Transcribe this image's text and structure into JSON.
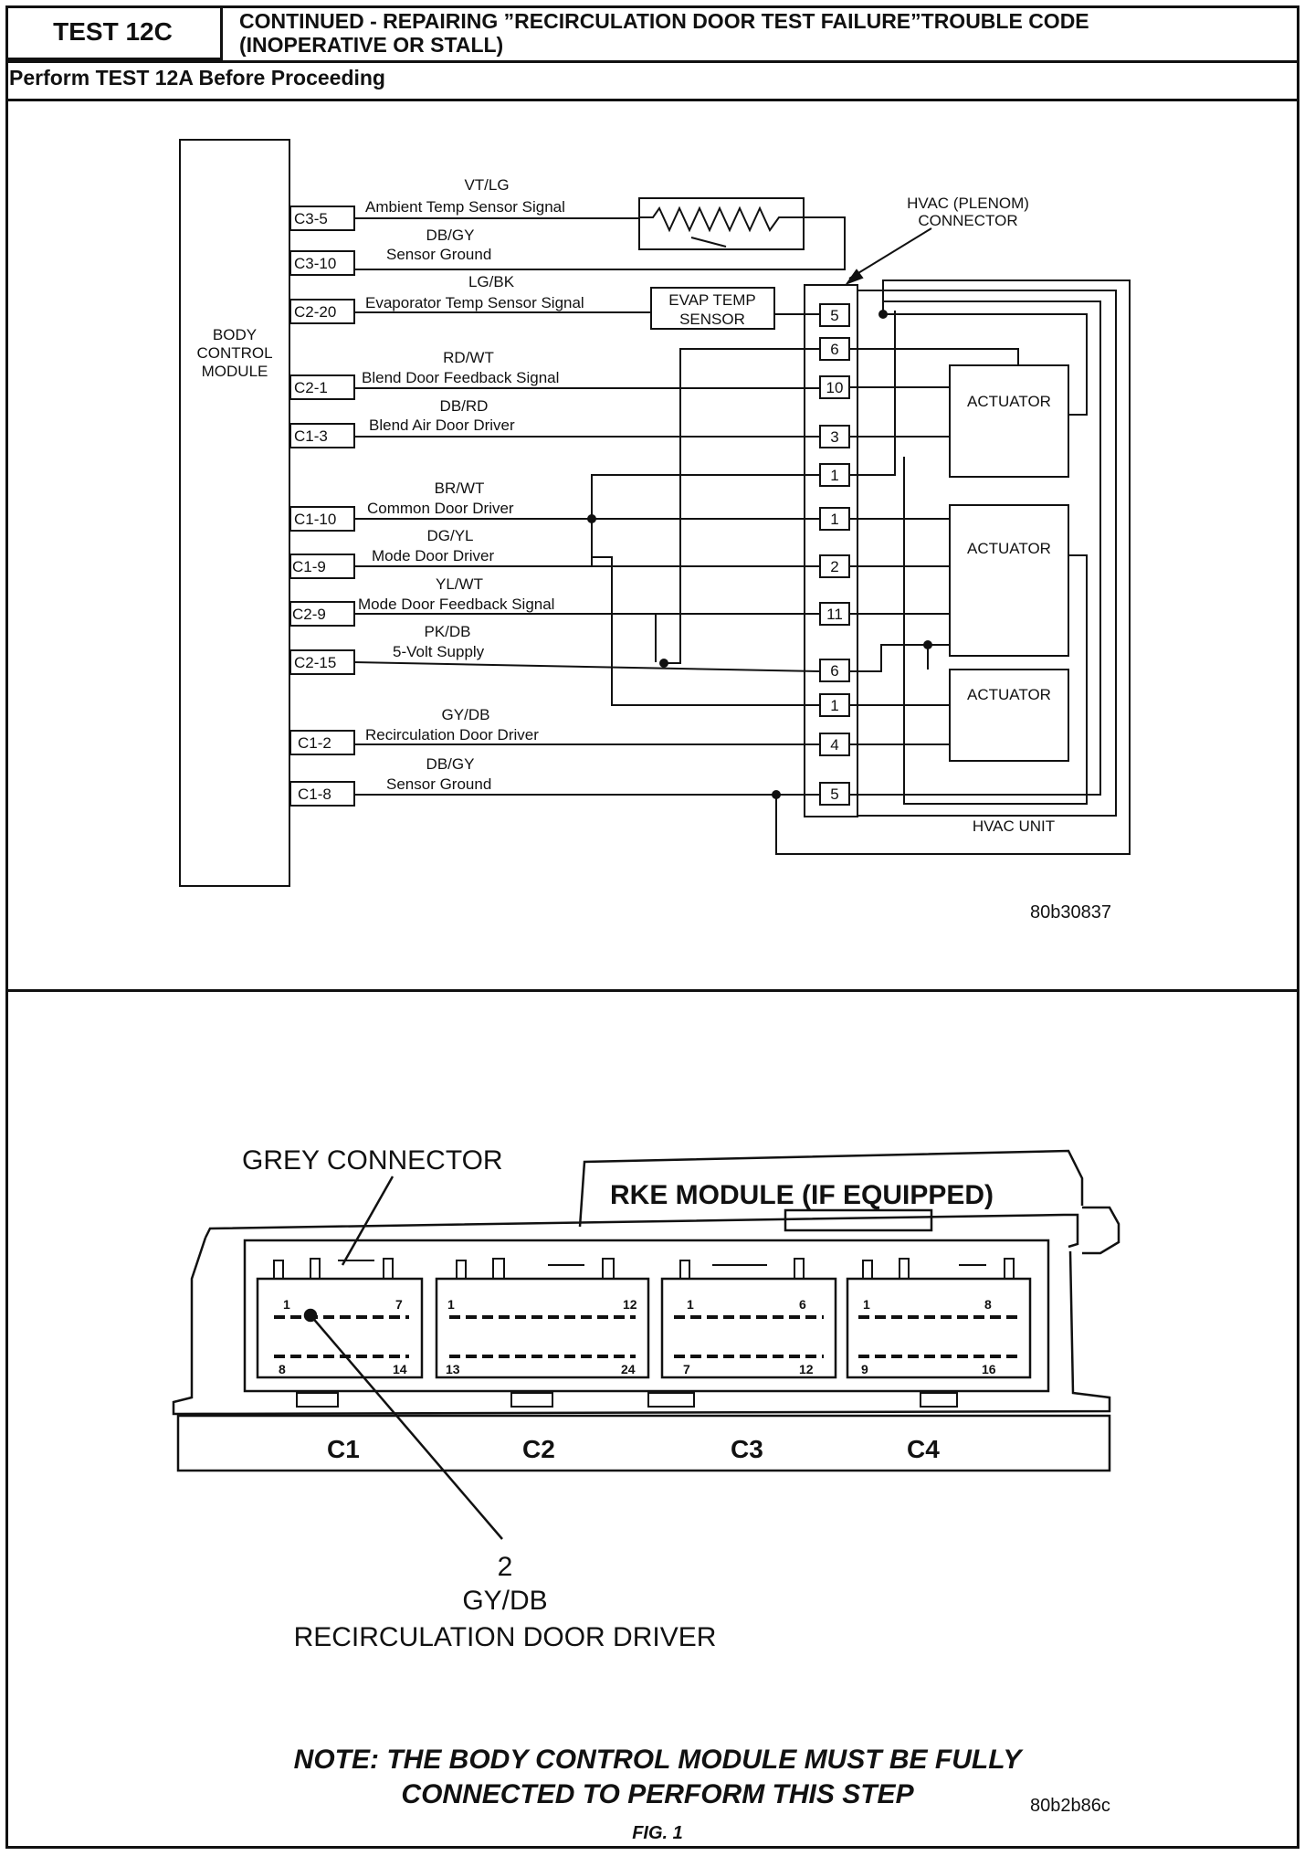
{
  "header": {
    "test_label": "TEST 12C",
    "title_line1": "CONTINUED - REPAIRING ”RECIRCULATION DOOR TEST FAILURE”TROUBLE CODE",
    "title_line2": "(INOPERATIVE OR STALL)",
    "subheading": "Perform TEST 12A Before Proceeding"
  },
  "wiring": {
    "bcm_label": [
      "BODY",
      "CONTROL",
      "MODULE"
    ],
    "circuits": [
      {
        "pin": "C3-5",
        "wire": "VT/LG",
        "desc": "Ambient Temp Sensor Signal"
      },
      {
        "pin": "C3-10",
        "wire": "DB/GY",
        "desc": "Sensor Ground"
      },
      {
        "pin": "C2-20",
        "wire": "LG/BK",
        "desc": "Evaporator Temp Sensor Signal"
      },
      {
        "pin": "C2-1",
        "wire": "RD/WT",
        "desc": "Blend Door Feedback Signal"
      },
      {
        "pin": "C1-3",
        "wire": "DB/RD",
        "desc": "Blend Air Door Driver"
      },
      {
        "pin": "C1-10",
        "wire": "BR/WT",
        "desc": "Common Door Driver"
      },
      {
        "pin": "C1-9",
        "wire": "DG/YL",
        "desc": "Mode Door Driver"
      },
      {
        "pin": "C2-9",
        "wire": "YL/WT",
        "desc": "Mode Door Feedback Signal"
      },
      {
        "pin": "C2-15",
        "wire": "PK/DB",
        "desc": "5-Volt Supply"
      },
      {
        "pin": "C1-2",
        "wire": "GY/DB",
        "desc": "Recirculation Door Driver"
      },
      {
        "pin": "C1-8",
        "wire": "DB/GY",
        "desc": "Sensor Ground"
      }
    ],
    "evap_sensor": [
      "EVAP TEMP",
      "SENSOR"
    ],
    "hvac_connector": [
      "HVAC (PLENOM)",
      "CONNECTOR"
    ],
    "connector_pins": [
      "5",
      "6",
      "10",
      "3",
      "1",
      "1",
      "2",
      "11",
      "6",
      "1",
      "4",
      "5"
    ],
    "actuator_label": "ACTUATOR",
    "hvac_unit": "HVAC UNIT",
    "figure_id": "80b30837"
  },
  "module_view": {
    "grey_connector": "GREY CONNECTOR",
    "rke_module": "RKE MODULE (IF EQUIPPED)",
    "connectors": [
      {
        "name": "C1",
        "top_first": "1",
        "top_last": "7",
        "bottom_first": "8",
        "bottom_last": "14"
      },
      {
        "name": "C2",
        "top_first": "1",
        "top_last": "12",
        "bottom_first": "13",
        "bottom_last": "24"
      },
      {
        "name": "C3",
        "top_first": "1",
        "top_last": "6",
        "bottom_first": "7",
        "bottom_last": "12"
      },
      {
        "name": "C4",
        "top_first": "1",
        "top_last": "8",
        "bottom_first": "9",
        "bottom_last": "16"
      }
    ],
    "callout_pin": "2",
    "callout_wire": "GY/DB",
    "callout_desc": "RECIRCULATION DOOR DRIVER",
    "figure_id": "80b2b86c"
  },
  "note": {
    "line1": "NOTE: THE BODY CONTROL MODULE MUST BE FULLY",
    "line2": "CONNECTED TO PERFORM THIS STEP"
  },
  "figure_caption": "FIG. 1"
}
